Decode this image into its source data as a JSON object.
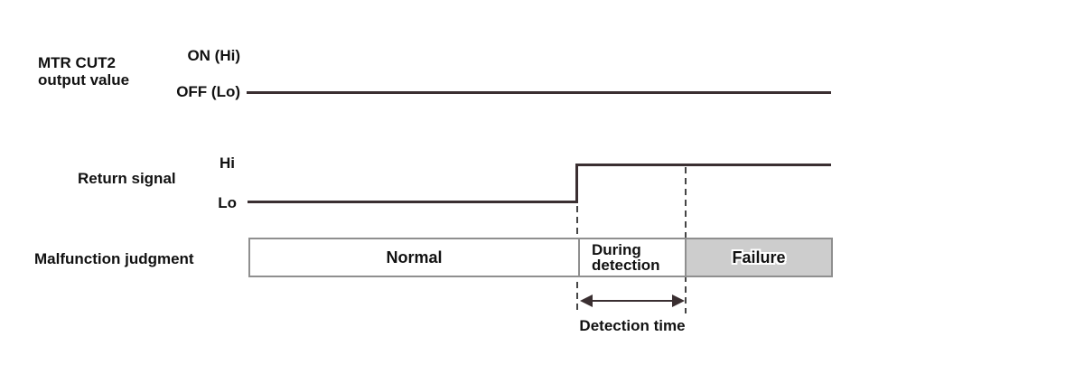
{
  "signals": [
    {
      "label": "MTR CUT2\noutput value",
      "high_label": "ON (Hi)",
      "low_label": "OFF (Lo)",
      "waveform": "constant-low"
    },
    {
      "label": "Return signal",
      "high_label": "Hi",
      "low_label": "Lo",
      "waveform": "low-then-rise-to-high"
    }
  ],
  "judgment": {
    "label": "Malfunction judgment",
    "phases": [
      {
        "label": "Normal",
        "state": "normal"
      },
      {
        "label": "During\ndetection",
        "state": "detecting"
      },
      {
        "label": "Failure",
        "state": "failure"
      }
    ]
  },
  "annotation": {
    "detection_time_label": "Detection time"
  },
  "colors": {
    "signal-line": "#3a2f31",
    "box-border": "#8f8f8f",
    "failure-fill": "#cdcdcd",
    "dashed-line": "#454545",
    "text": "#111111",
    "background": "#ffffff"
  }
}
